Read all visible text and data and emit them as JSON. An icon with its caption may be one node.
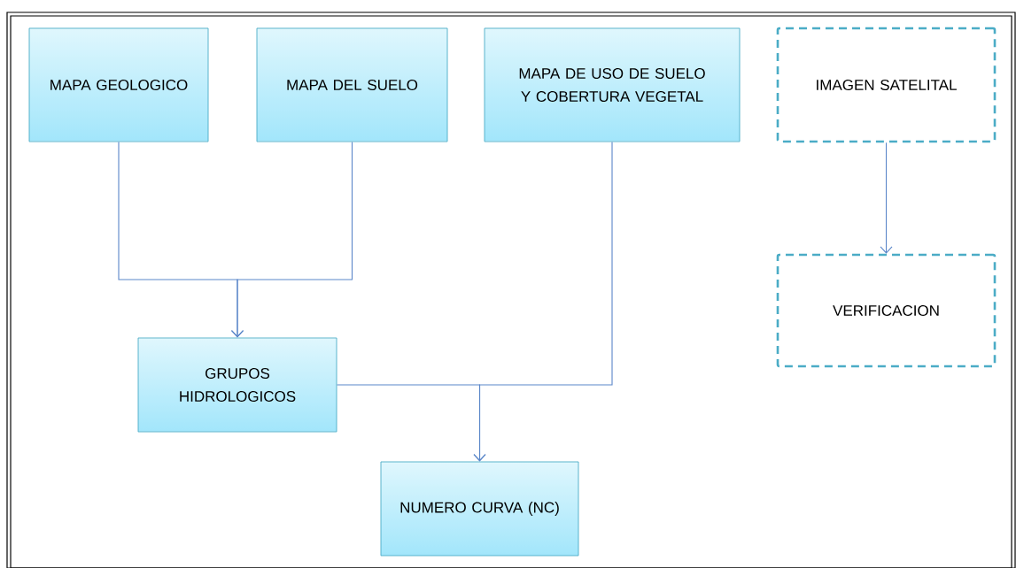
{
  "diagram": {
    "nodes": [
      {
        "text": [
          "MAPA GEOLOGICO"
        ]
      },
      {
        "text": [
          "MAPA DEL SUELO"
        ]
      },
      {
        "text": [
          "MAPA DE USO DE SUELO Y COBERTURA VEGETAL"
        ]
      },
      {
        "text": [
          "IMAGEN SATELITAL"
        ]
      },
      {
        "text": [
          "GRUPOS HIDROLOGICOS"
        ]
      },
      {
        "text": [
          "NUMERO CURVA (NC)"
        ]
      },
      {
        "text": [
          "VERIFICACION"
        ]
      }
    ],
    "edges": [
      {
        "from": 0,
        "to": 4,
        "arrow": "to"
      },
      {
        "from": 1,
        "to": 4,
        "arrow": "to"
      },
      {
        "from": 4,
        "to": 5,
        "arrow": "to"
      },
      {
        "from": 2,
        "to": 5,
        "arrow": "to"
      },
      {
        "from": 3,
        "to": 6,
        "arrow": "to"
      }
    ]
  }
}
